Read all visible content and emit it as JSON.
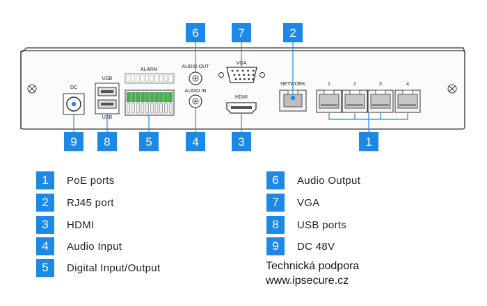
{
  "panel_labels": {
    "dc": "DC",
    "usb_top": "USB",
    "usb_bottom": "USB",
    "alarm": "ALARM",
    "audio_out": "AUDIO OUT",
    "audio_in": "AUDIO IN",
    "vga": "VGA",
    "hdmi": "HDMI",
    "network": "NETWORK",
    "port_1": "1",
    "port_2": "2",
    "port_3": "3",
    "port_4": "4"
  },
  "callouts": {
    "poe": "1",
    "rj45": "2",
    "hdmi": "3",
    "audio_in": "4",
    "dio": "5",
    "audio_out": "6",
    "vga": "7",
    "usb": "8",
    "dc": "9"
  },
  "legend": [
    {
      "num": "1",
      "text": "PoE ports"
    },
    {
      "num": "2",
      "text": "RJ45 port"
    },
    {
      "num": "3",
      "text": "HDMI"
    },
    {
      "num": "4",
      "text": "Audio Input"
    },
    {
      "num": "5",
      "text": "Digital Input/Output"
    },
    {
      "num": "6",
      "text": "Audio Output"
    },
    {
      "num": "7",
      "text": "VGA"
    },
    {
      "num": "8",
      "text": "USB ports"
    },
    {
      "num": "9",
      "text": "DC 48V"
    }
  ],
  "footer": {
    "support": "Technická podpora",
    "website": "www.ipsecure.cz"
  },
  "colors": {
    "badge": "#1e88e5",
    "panel_stroke": "#333333",
    "terminal_green": "#4caf50",
    "port_grey": "#888888"
  }
}
